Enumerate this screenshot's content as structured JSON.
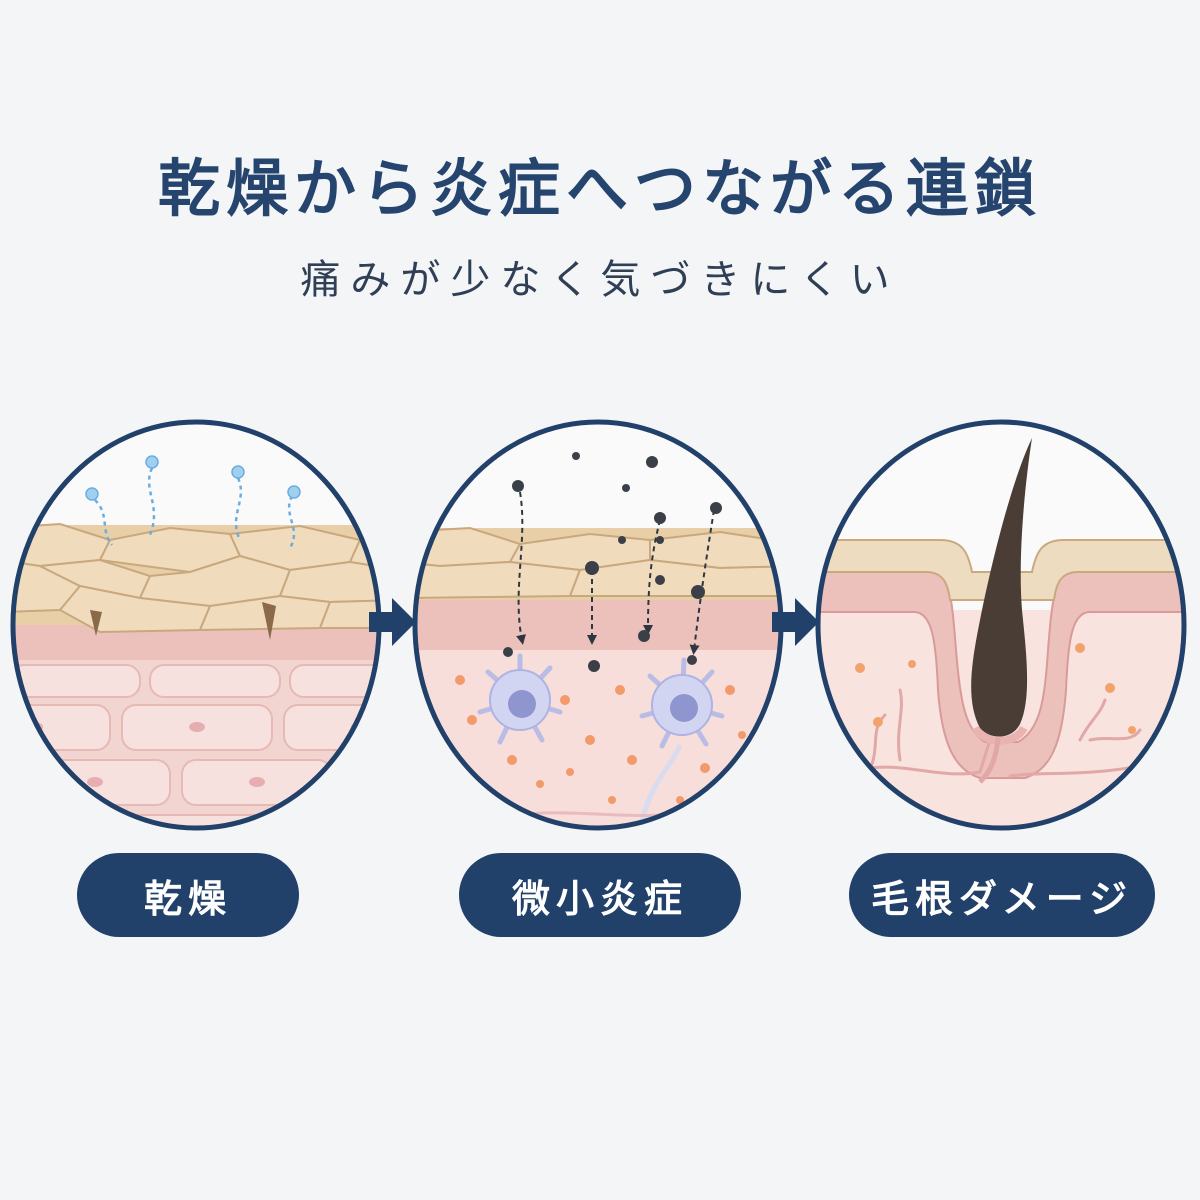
{
  "header": {
    "title": "乾燥から炎症へつながる連鎖",
    "subtitle": "痛みが少なく気づきにくい"
  },
  "steps": [
    {
      "label": "乾燥"
    },
    {
      "label": "微小炎症"
    },
    {
      "label": "毛根ダメージ"
    }
  ],
  "colors": {
    "navy": "#21406a",
    "title": "#25446e",
    "background": "#f4f5f7",
    "skin_surface": "#eddcbf",
    "dermis": "#f4d6d2",
    "inflammation_dot": "#f39a6a",
    "hair": "#4a3d36",
    "moisture": "#8fc5e8",
    "immune_cell": "#c6c9ec"
  },
  "icons": [
    "arrow-right-icon",
    "water-droplet-icon",
    "particle-icon",
    "immune-cell-icon",
    "hair-follicle-icon"
  ]
}
